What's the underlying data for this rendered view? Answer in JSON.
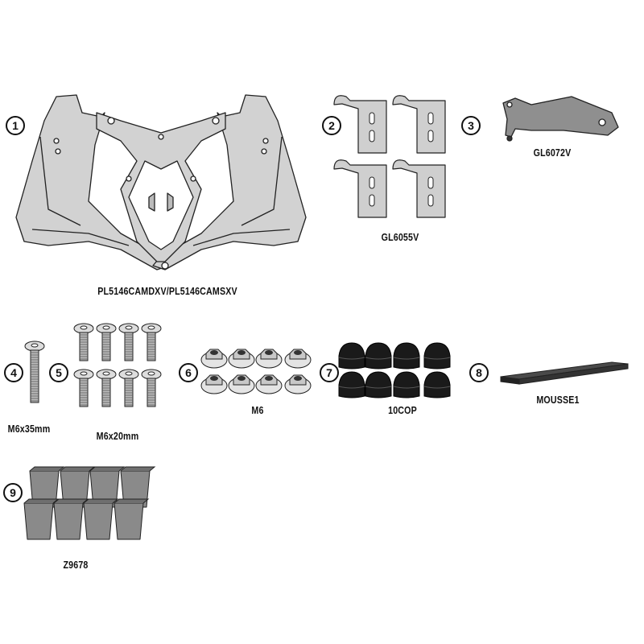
{
  "parts": [
    {
      "number": "1",
      "code": "PL5146CAMDXV/PL5146CAMSXV",
      "icon": "side-frame-pair"
    },
    {
      "number": "2",
      "code": "GL6055V",
      "icon": "l-bracket-set"
    },
    {
      "number": "3",
      "code": "GL6072V",
      "icon": "plate-bracket"
    },
    {
      "number": "4",
      "code": "M6x35mm",
      "icon": "countersunk-screw"
    },
    {
      "number": "5",
      "code": "M6x20mm",
      "icon": "countersunk-screw-set"
    },
    {
      "number": "6",
      "code": "M6",
      "icon": "flange-nut-set"
    },
    {
      "number": "7",
      "code": "10COP",
      "icon": "cap-nut-cover-set"
    },
    {
      "number": "8",
      "code": "MOUSSE1",
      "icon": "foam-strip"
    },
    {
      "number": "9",
      "code": "Z9678",
      "icon": "rubber-pad-set"
    }
  ],
  "colors": {
    "metal": "#c8c8c8",
    "dark": "#1a1a1a",
    "rubber": "#8a8a8a",
    "outline": "#222222"
  }
}
